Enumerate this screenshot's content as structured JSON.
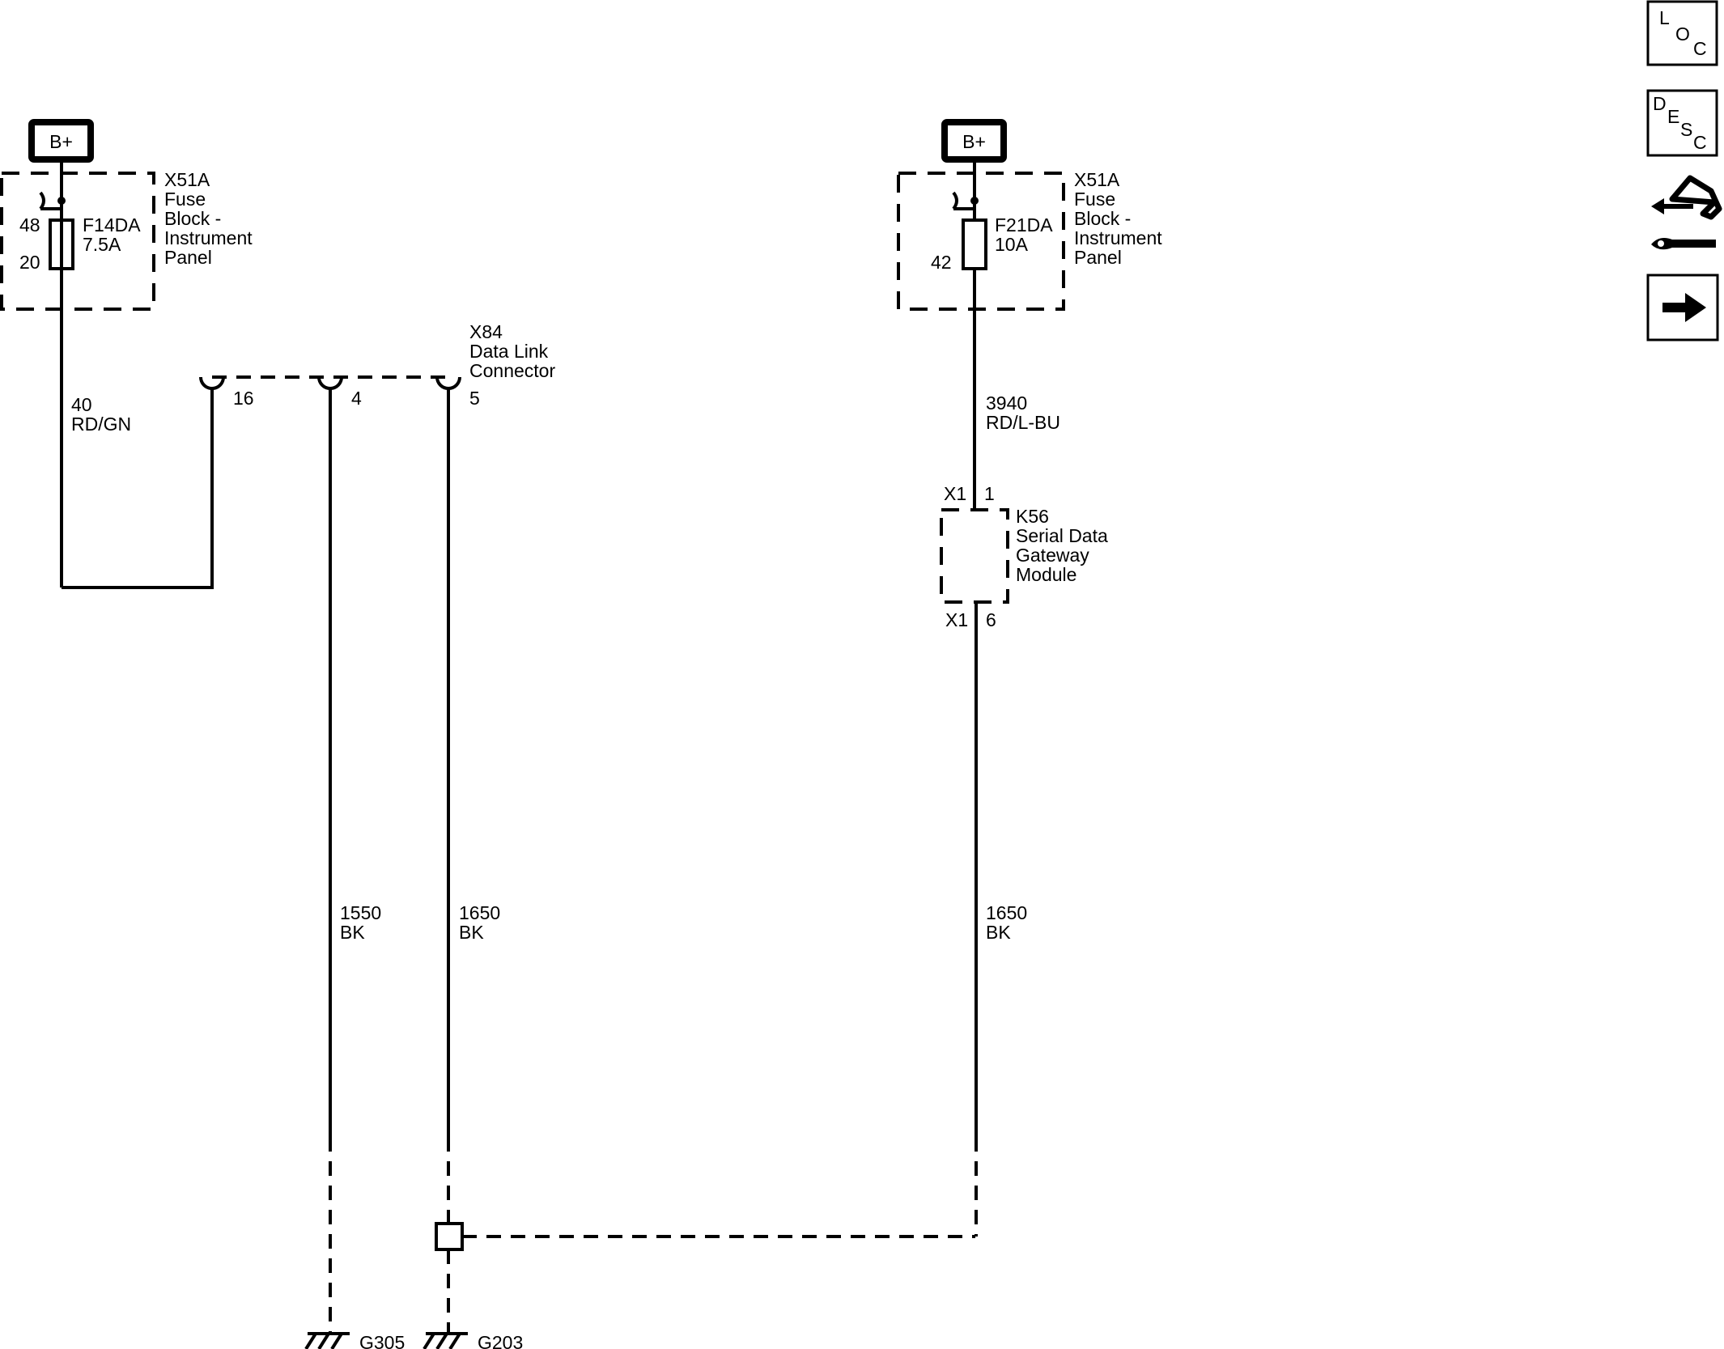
{
  "left_supply": {
    "bplus": "B+",
    "fuse_block_id": "X51A",
    "fuse_block_name": [
      "Fuse",
      "Block -",
      "Instrument",
      "Panel"
    ],
    "pin_in": "48",
    "pin_out": "20",
    "fuse_id": "F14DA",
    "fuse_rating": "7.5A",
    "wire_circuit": "40",
    "wire_color": "RD/GN"
  },
  "dlc": {
    "id": "X84",
    "name": [
      "Data Link",
      "Connector"
    ],
    "pins": [
      "16",
      "4",
      "5"
    ]
  },
  "ground_wires": [
    {
      "circuit": "1550",
      "color": "BK",
      "ground": "G305"
    },
    {
      "circuit": "1650",
      "color": "BK",
      "ground": "G203"
    }
  ],
  "right_supply": {
    "bplus": "B+",
    "fuse_block_id": "X51A",
    "fuse_block_name": [
      "Fuse",
      "Block -",
      "Instrument",
      "Panel"
    ],
    "pin_out": "42",
    "fuse_id": "F21DA",
    "fuse_rating": "10A",
    "wire_circuit": "3940",
    "wire_color": "RD/L-BU"
  },
  "gateway": {
    "id": "K56",
    "name": [
      "Serial Data",
      "Gateway",
      "Module"
    ],
    "top_connector": "X1",
    "top_pin": "1",
    "bottom_connector": "X1",
    "bottom_pin": "6",
    "wire_circuit": "1650",
    "wire_color": "BK"
  },
  "nav": {
    "loc": [
      "L",
      "O",
      "C"
    ],
    "desc": [
      "D",
      "E",
      "S",
      "C"
    ]
  }
}
